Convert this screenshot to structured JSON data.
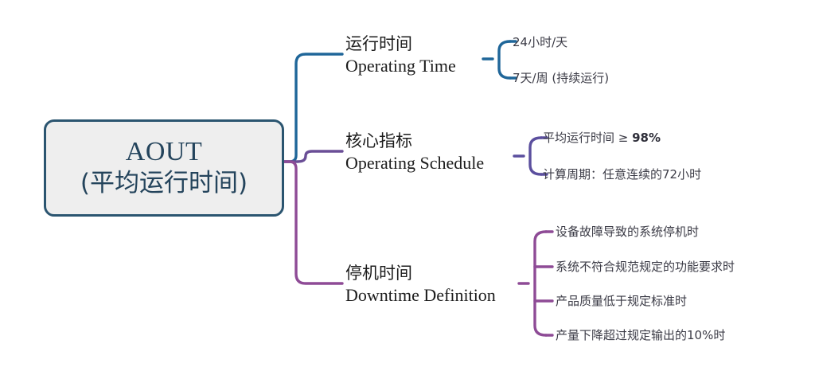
{
  "diagram": {
    "type": "mind-map",
    "root": {
      "title": "AOUT",
      "subtitle": "(平均运行时间)"
    },
    "branches": [
      {
        "id": "operating-time",
        "label_cn": "运行时间",
        "label_en": "Operating Time",
        "color": "#1f6699",
        "leaves": [
          {
            "text": "24小时/天"
          },
          {
            "text": "7天/周 (持续运行)"
          }
        ]
      },
      {
        "id": "core-metric",
        "label_cn": "核心指标",
        "label_en": "Operating Schedule",
        "color": "#5b4f9e",
        "leaves": [
          {
            "text": "平均运行时间 ≥ ",
            "strong": "98%"
          },
          {
            "text": "计算周期：任意连续的72小时"
          }
        ]
      },
      {
        "id": "downtime",
        "label_cn": "停机时间",
        "label_en": "Downtime Definition",
        "color": "#8e4b96",
        "leaves": [
          {
            "text": "设备故障导致的系统停机时"
          },
          {
            "text": "系统不符合规范规定的功能要求时"
          },
          {
            "text": "产品质量低于规定标准时"
          },
          {
            "text": "产量下降超过规定输出的10%时"
          }
        ]
      }
    ],
    "colors": {
      "root_border": "#2b5570",
      "root_fill": "#eeeeee",
      "root_text": "#24445c",
      "branch_text": "#1c1c1c",
      "leaf_text": "#3b3b46",
      "background": "#ffffff"
    }
  }
}
